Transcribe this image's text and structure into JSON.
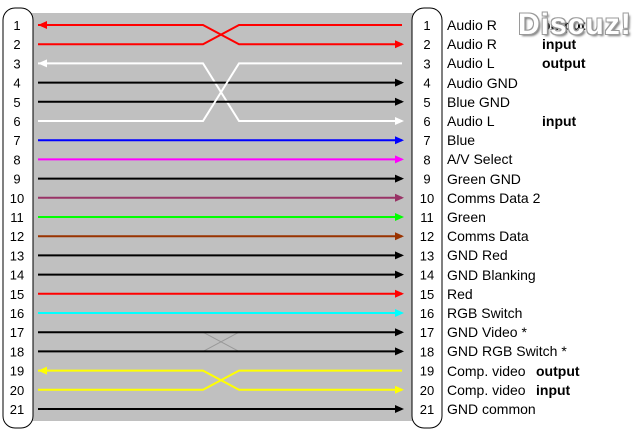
{
  "pins_left": [
    "1",
    "2",
    "3",
    "4",
    "5",
    "6",
    "7",
    "8",
    "9",
    "10",
    "11",
    "12",
    "13",
    "14",
    "15",
    "16",
    "17",
    "18",
    "19",
    "20",
    "21"
  ],
  "pins_right": [
    "1",
    "2",
    "3",
    "4",
    "5",
    "6",
    "7",
    "8",
    "9",
    "10",
    "11",
    "12",
    "13",
    "14",
    "15",
    "16",
    "17",
    "18",
    "19",
    "20",
    "21"
  ],
  "signals": [
    {
      "name": "Audio R",
      "dir": "output"
    },
    {
      "name": "Audio R",
      "dir": "input"
    },
    {
      "name": "Audio L",
      "dir": "output"
    },
    {
      "name": "Audio GND",
      "dir": ""
    },
    {
      "name": "Blue GND",
      "dir": ""
    },
    {
      "name": "Audio L",
      "dir": "input"
    },
    {
      "name": "Blue",
      "dir": ""
    },
    {
      "name": "A/V Select",
      "dir": ""
    },
    {
      "name": "Green GND",
      "dir": ""
    },
    {
      "name": "Comms Data 2",
      "dir": ""
    },
    {
      "name": "Green",
      "dir": ""
    },
    {
      "name": "Comms Data",
      "dir": ""
    },
    {
      "name": "GND Red",
      "dir": ""
    },
    {
      "name": "GND Blanking",
      "dir": ""
    },
    {
      "name": "Red",
      "dir": ""
    },
    {
      "name": "RGB Switch",
      "dir": ""
    },
    {
      "name": "GND Video *",
      "dir": ""
    },
    {
      "name": "GND RGB Switch *",
      "dir": ""
    },
    {
      "name": "Comp. video",
      "dir": "output"
    },
    {
      "name": "Comp. video",
      "dir": "input"
    },
    {
      "name": "GND common",
      "dir": ""
    }
  ],
  "wires": [
    {
      "from": 1,
      "to": 2,
      "color": "#ff0000",
      "arrow": "both"
    },
    {
      "from": 2,
      "to": 1,
      "color": "#ff0000",
      "arrow": "none"
    },
    {
      "from": 3,
      "to": 6,
      "color": "#ffffff",
      "arrow": "both"
    },
    {
      "from": 4,
      "to": 4,
      "color": "#000000",
      "arrow": "right"
    },
    {
      "from": 5,
      "to": 5,
      "color": "#000000",
      "arrow": "right"
    },
    {
      "from": 6,
      "to": 3,
      "color": "#ffffff",
      "arrow": "none"
    },
    {
      "from": 7,
      "to": 7,
      "color": "#0000ff",
      "arrow": "right"
    },
    {
      "from": 8,
      "to": 8,
      "color": "#ff00ff",
      "arrow": "right"
    },
    {
      "from": 9,
      "to": 9,
      "color": "#000000",
      "arrow": "right"
    },
    {
      "from": 10,
      "to": 10,
      "color": "#993366",
      "arrow": "right"
    },
    {
      "from": 11,
      "to": 11,
      "color": "#00ff00",
      "arrow": "right"
    },
    {
      "from": 12,
      "to": 12,
      "color": "#993300",
      "arrow": "right"
    },
    {
      "from": 13,
      "to": 13,
      "color": "#000000",
      "arrow": "right"
    },
    {
      "from": 14,
      "to": 14,
      "color": "#000000",
      "arrow": "right"
    },
    {
      "from": 15,
      "to": 15,
      "color": "#ff0000",
      "arrow": "right"
    },
    {
      "from": 16,
      "to": 16,
      "color": "#00ffff",
      "arrow": "right"
    },
    {
      "from": 17,
      "to": 17,
      "color": "#000000",
      "arrow": "right"
    },
    {
      "from": 18,
      "to": 18,
      "color": "#000000",
      "arrow": "right"
    },
    {
      "from": 19,
      "to": 20,
      "color": "#ffff00",
      "arrow": "both"
    },
    {
      "from": 20,
      "to": 19,
      "color": "#ffff00",
      "arrow": "none"
    },
    {
      "from": 21,
      "to": 21,
      "color": "#000000",
      "arrow": "right"
    }
  ],
  "faint_cross": {
    "rows": [
      17,
      18
    ],
    "color": "#999999"
  },
  "colors": {
    "panel": "#c0c0c0",
    "connector": "#ffffff",
    "outline": "#000000",
    "watermark_shadow": "#9a9a9a"
  },
  "watermark_text": "Discuz!"
}
